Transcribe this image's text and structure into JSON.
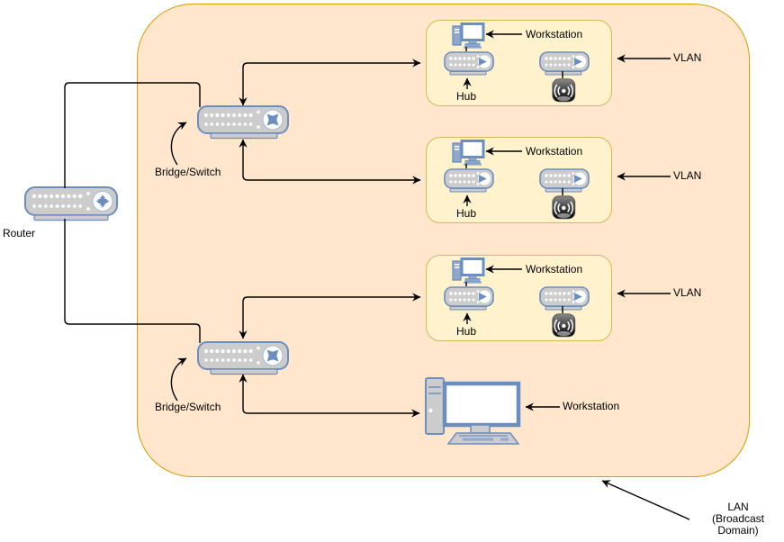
{
  "diagram": {
    "lan": {
      "label_lines": [
        "LAN",
        "(Broadcast",
        "Domain)"
      ],
      "fill": "#FFE6CC",
      "border": "#D79B00"
    },
    "router": {
      "label": "Router"
    },
    "switches": [
      {
        "label": "Bridge/Switch"
      },
      {
        "label": "Bridge/Switch"
      }
    ],
    "vlan_groups": [
      {
        "vlan_label": "VLAN",
        "workstation_label": "Workstation",
        "hub_label": "Hub",
        "fill": "#FFF2CC",
        "border": "#D6B656"
      },
      {
        "vlan_label": "VLAN",
        "workstation_label": "Workstation",
        "hub_label": "Hub",
        "fill": "#FFF2CC",
        "border": "#D6B656"
      },
      {
        "vlan_label": "VLAN",
        "workstation_label": "Workstation",
        "hub_label": "Hub",
        "fill": "#FFF2CC",
        "border": "#D6B656"
      }
    ],
    "bottom_workstation": {
      "label": "Workstation"
    },
    "colors": {
      "device_fill": "#CCCCCC",
      "device_stroke": "#6C8EBF",
      "connector": "#000000",
      "access_point_dark": "#000000",
      "screen": "#FFFFFF"
    },
    "icons": [
      "router-icon",
      "bridge-switch-icon",
      "hub-icon",
      "workstation-icon",
      "access-point-icon",
      "desktop-workstation-icon"
    ]
  }
}
